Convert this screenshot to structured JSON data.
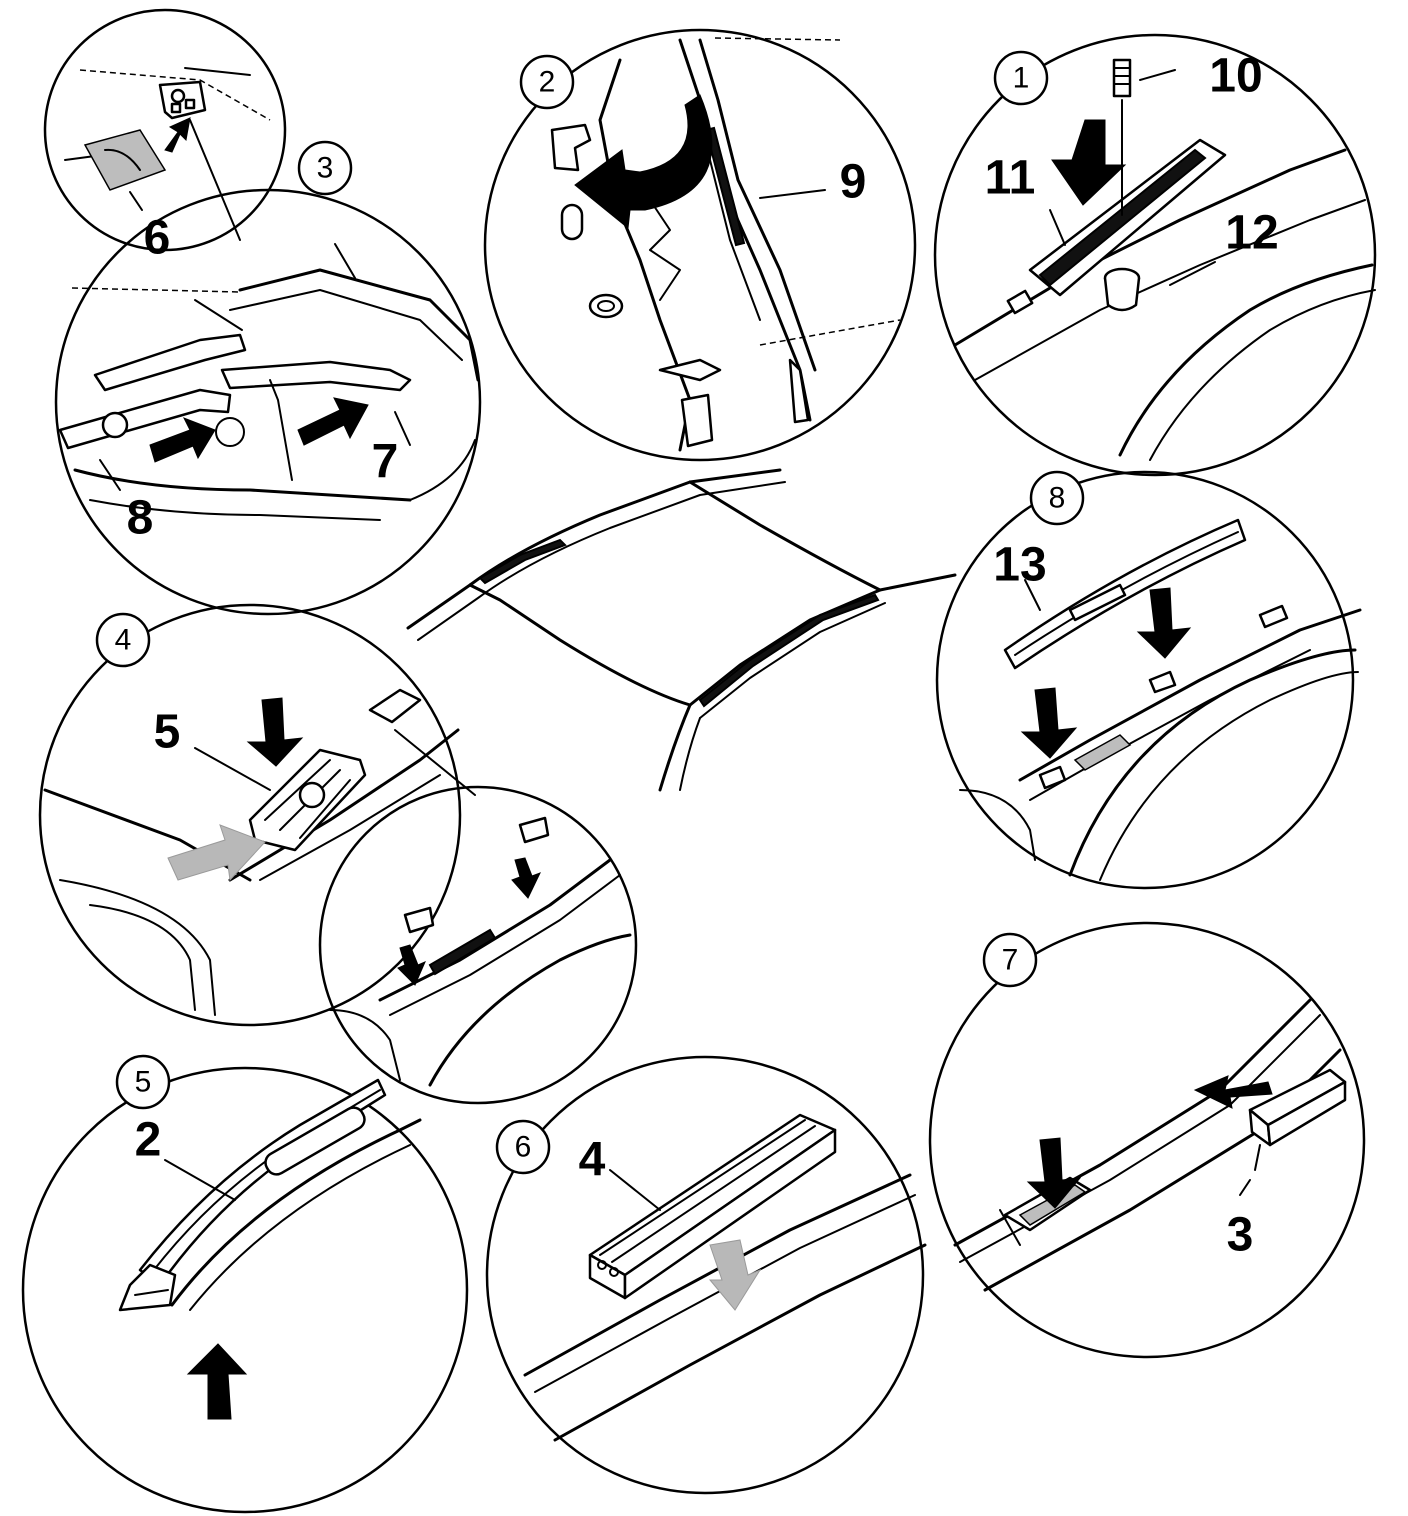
{
  "steps": [
    {
      "number": "1"
    },
    {
      "number": "2"
    },
    {
      "number": "3"
    },
    {
      "number": "4"
    },
    {
      "number": "5"
    },
    {
      "number": "6"
    },
    {
      "number": "7"
    },
    {
      "number": "8"
    }
  ],
  "callouts": {
    "step1": [
      "10",
      "11",
      "12"
    ],
    "step2": [
      "9"
    ],
    "step3": [
      "6",
      "7",
      "8"
    ],
    "step4": [
      "5"
    ],
    "step5": [
      "2"
    ],
    "step6": [
      "4"
    ],
    "step7": [
      "3"
    ],
    "step8": [
      "13"
    ]
  }
}
